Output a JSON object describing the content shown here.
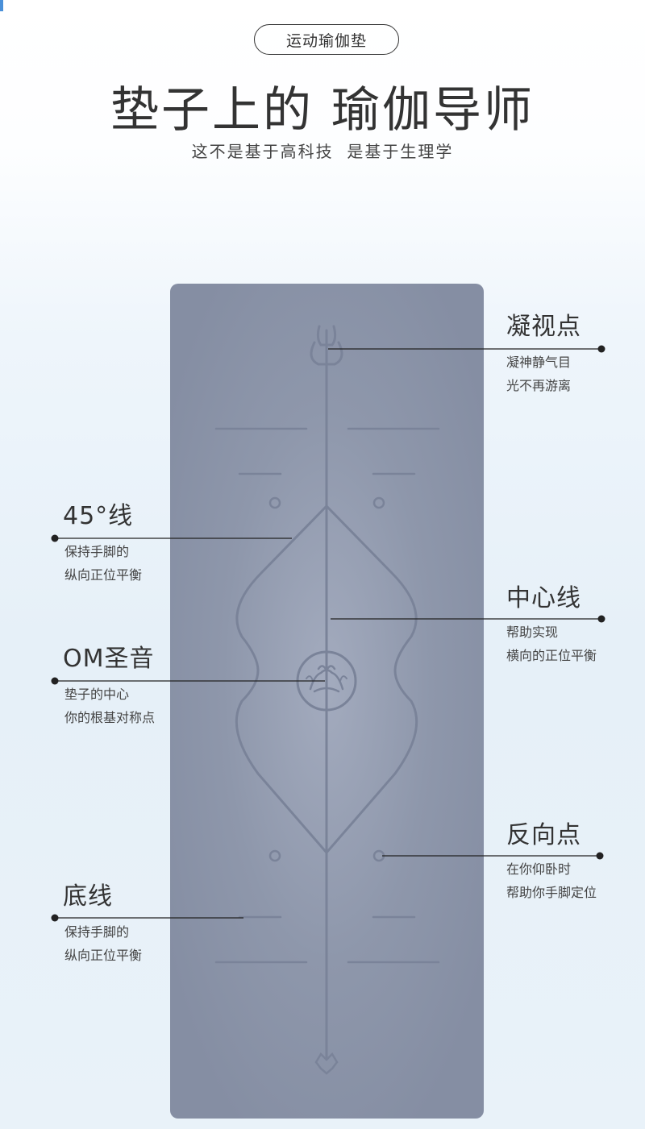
{
  "header": {
    "tag": "运动瑜伽垫",
    "title": "垫子上的 瑜伽导师",
    "subtitle": "这不是基于高科技  是基于生理学"
  },
  "callouts": {
    "gaze_point": {
      "title": "凝视点",
      "line1": "凝神静气目",
      "line2": "光不再游离"
    },
    "line_45": {
      "title": "45°线",
      "line1": "保持手脚的",
      "line2": "纵向正位平衡"
    },
    "center_line": {
      "title": "中心线",
      "line1": "帮助实现",
      "line2": "横向的正位平衡"
    },
    "om": {
      "title": "OM圣音",
      "line1": "垫子的中心",
      "line2": "你的根基对称点"
    },
    "reverse_point": {
      "title": "反向点",
      "line1": "在你仰卧时",
      "line2": "帮助你手脚定位"
    },
    "bottom_line": {
      "title": "底线",
      "line1": "保持手脚的",
      "line2": "纵向正位平衡"
    }
  },
  "colors": {
    "mat": "#8a93a8",
    "mat_engraving": "#7a8399",
    "text": "#333333",
    "background": "#eaf3fa"
  },
  "icons": [
    "trident-icon",
    "om-lotus-icon",
    "lotus-bottom-icon"
  ]
}
